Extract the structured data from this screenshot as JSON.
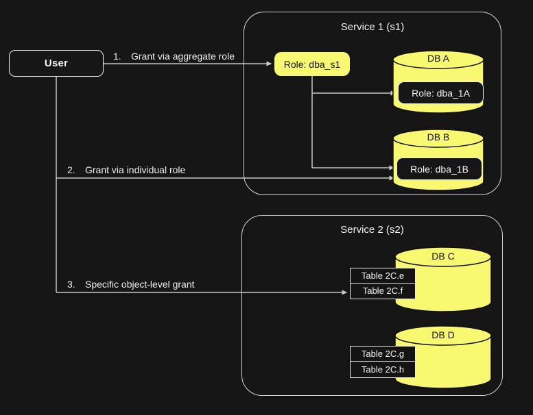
{
  "colors": {
    "background": "#151515",
    "accent_yellow": "#F9F871",
    "line": "#C8C8C8",
    "box_border": "#EDEDED",
    "text_light": "#F2F2F2",
    "text_dark": "#111111"
  },
  "user": {
    "label": "User"
  },
  "edges": [
    {
      "num": "1.",
      "label": "Grant via aggregate role"
    },
    {
      "num": "2.",
      "label": "Grant via individual role"
    },
    {
      "num": "3.",
      "label": "Specific object-level grant"
    }
  ],
  "service1": {
    "title": "Service 1 (s1)",
    "aggregate_role": "Role: dba_s1",
    "databases": [
      {
        "name": "DB A",
        "role": "Role: dba_1A"
      },
      {
        "name": "DB B",
        "role": "Role: dba_1B"
      }
    ]
  },
  "service2": {
    "title": "Service 2 (s2)",
    "databases": [
      {
        "name": "DB C",
        "tables": [
          "Table 2C.e",
          "Table 2C.f"
        ]
      },
      {
        "name": "DB D",
        "tables": [
          "Table 2C.g",
          "Table 2C.h"
        ]
      }
    ]
  }
}
